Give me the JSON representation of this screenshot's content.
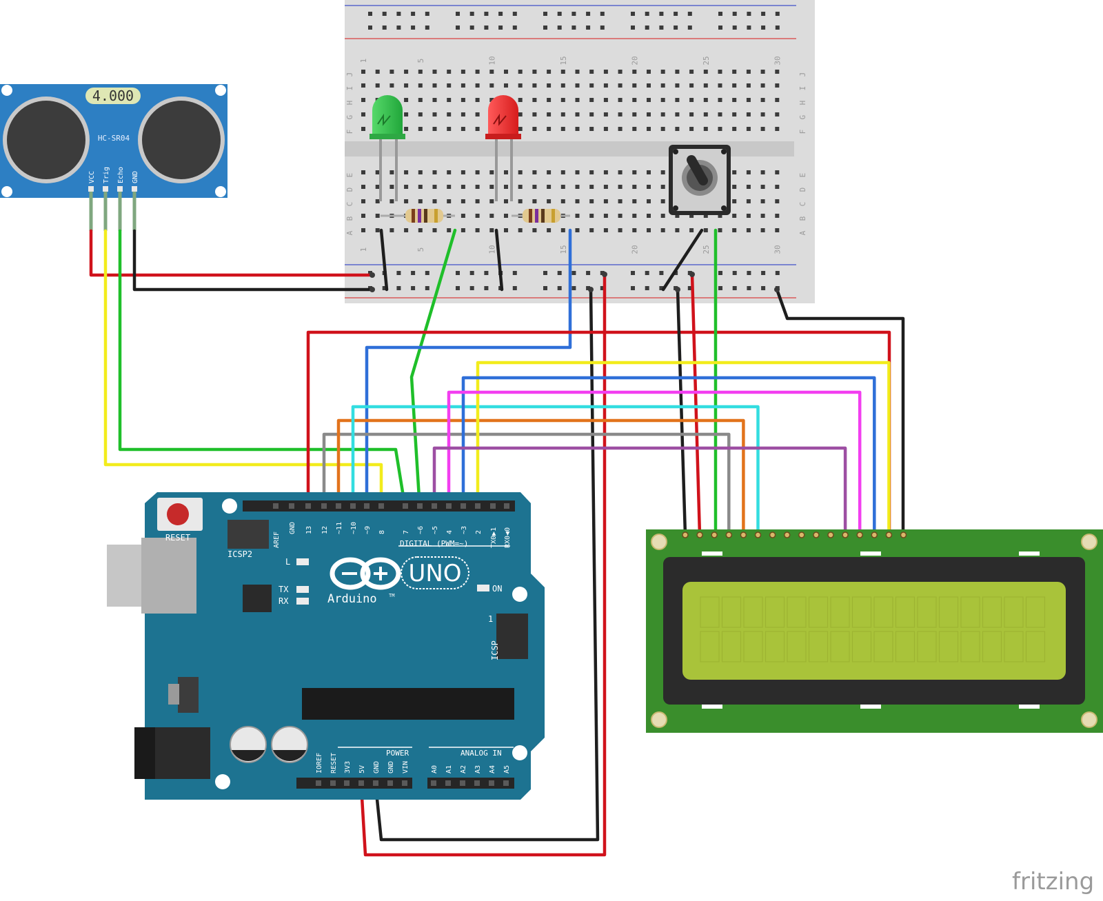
{
  "sensor": {
    "display": "4.000",
    "model": "HC-SR04",
    "pins": [
      "VCC",
      "Trig",
      "Echo",
      "GND"
    ]
  },
  "breadboard": {
    "column_numbers": [
      "1",
      "5",
      "10",
      "15",
      "20",
      "25",
      "30"
    ],
    "row_letters_top": [
      "J",
      "I",
      "H",
      "G",
      "F"
    ],
    "row_letters_bottom": [
      "E",
      "D",
      "C",
      "B",
      "A"
    ]
  },
  "arduino": {
    "reset_label": "RESET",
    "icsp2_label": "ICSP2",
    "icsp_label": "ICSP",
    "icsp_pin1": "1",
    "digital_pins": [
      "AREF",
      "GND",
      "13",
      "12",
      "~11",
      "~10",
      "~9",
      "8",
      "7",
      "~6",
      "~5",
      "4",
      "~3",
      "2",
      "TX0▶1",
      "RX0◀0"
    ],
    "digital_label": "DIGITAL (PWM=~)",
    "led_l": "L",
    "led_tx": "TX",
    "led_rx": "RX",
    "led_on": "ON",
    "brand": "Arduino",
    "trademark": "TM",
    "model": "UNO",
    "power_pins": [
      "IOREF",
      "RESET",
      "3V3",
      "5V",
      "GND",
      "GND",
      "VIN"
    ],
    "power_label": "POWER",
    "analog_pins": [
      "A0",
      "A1",
      "A2",
      "A3",
      "A4",
      "A5"
    ],
    "analog_label": "ANALOG IN"
  },
  "watermark": "fritzing",
  "colors": {
    "wire_red": "#d0121b",
    "wire_black": "#1e1e1e",
    "wire_yellow": "#f2ec1c",
    "wire_green": "#1fbf2a",
    "wire_blue": "#2f6fd8",
    "wire_cyan": "#33dde0",
    "wire_magenta": "#f23ef0",
    "wire_orange": "#e2731c",
    "wire_gray": "#8a8a8a",
    "wire_purple": "#9d4fa3",
    "board_blue": "#1d7391",
    "sensor_blue": "#2d7fc3",
    "lcd_pcb": "#3a8e2c",
    "lcd_screen": "#a9c33a"
  }
}
